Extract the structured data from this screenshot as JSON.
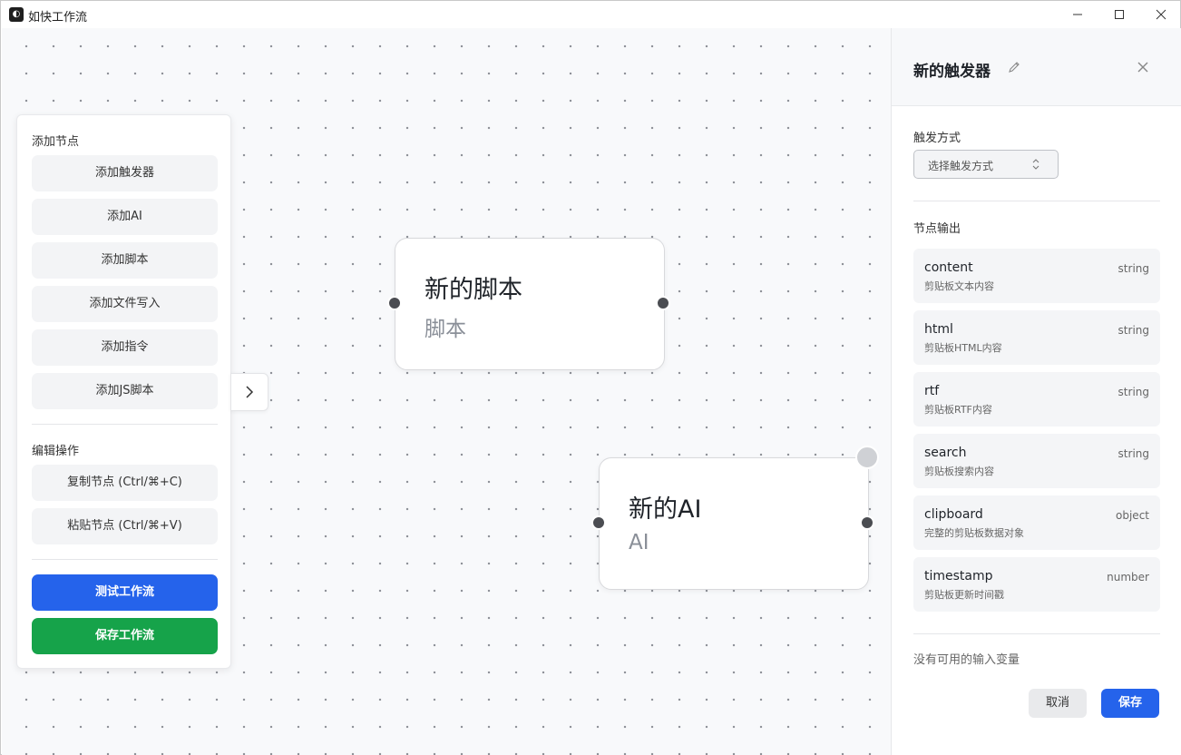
{
  "window": {
    "title": "如快工作流",
    "app_icon": "app-logo-icon"
  },
  "left_panel": {
    "add_section_title": "添加节点",
    "add_buttons": [
      {
        "label": "添加触发器"
      },
      {
        "label": "添加AI"
      },
      {
        "label": "添加脚本"
      },
      {
        "label": "添加文件写入"
      },
      {
        "label": "添加指令"
      },
      {
        "label": "添加JS脚本"
      }
    ],
    "edit_section_title": "编辑操作",
    "edit_buttons": [
      {
        "label": "复制节点 (Ctrl/⌘+C)"
      },
      {
        "label": "粘贴节点 (Ctrl/⌘+V)"
      }
    ],
    "test_label": "测试工作流",
    "save_label": "保存工作流",
    "colors": {
      "test": "#2563eb",
      "save": "#16a34a"
    }
  },
  "nodes": [
    {
      "title": "新的脚本",
      "subtitle": "脚本"
    },
    {
      "title": "新的AI",
      "subtitle": "AI"
    }
  ],
  "right_panel": {
    "title": "新的触发器",
    "trigger_label": "触发方式",
    "trigger_placeholder": "选择触发方式",
    "output_label": "节点输出",
    "outputs": [
      {
        "name": "content",
        "desc": "剪贴板文本内容",
        "type": "string"
      },
      {
        "name": "html",
        "desc": "剪贴板HTML内容",
        "type": "string"
      },
      {
        "name": "rtf",
        "desc": "剪贴板RTF内容",
        "type": "string"
      },
      {
        "name": "search",
        "desc": "剪贴板搜索内容",
        "type": "string"
      },
      {
        "name": "clipboard",
        "desc": "完整的剪贴板数据对象",
        "type": "object"
      },
      {
        "name": "timestamp",
        "desc": "剪贴板更新时间戳",
        "type": "number"
      }
    ],
    "empty_inputs": "没有可用的输入变量",
    "cancel_label": "取消",
    "save_label": "保存"
  }
}
